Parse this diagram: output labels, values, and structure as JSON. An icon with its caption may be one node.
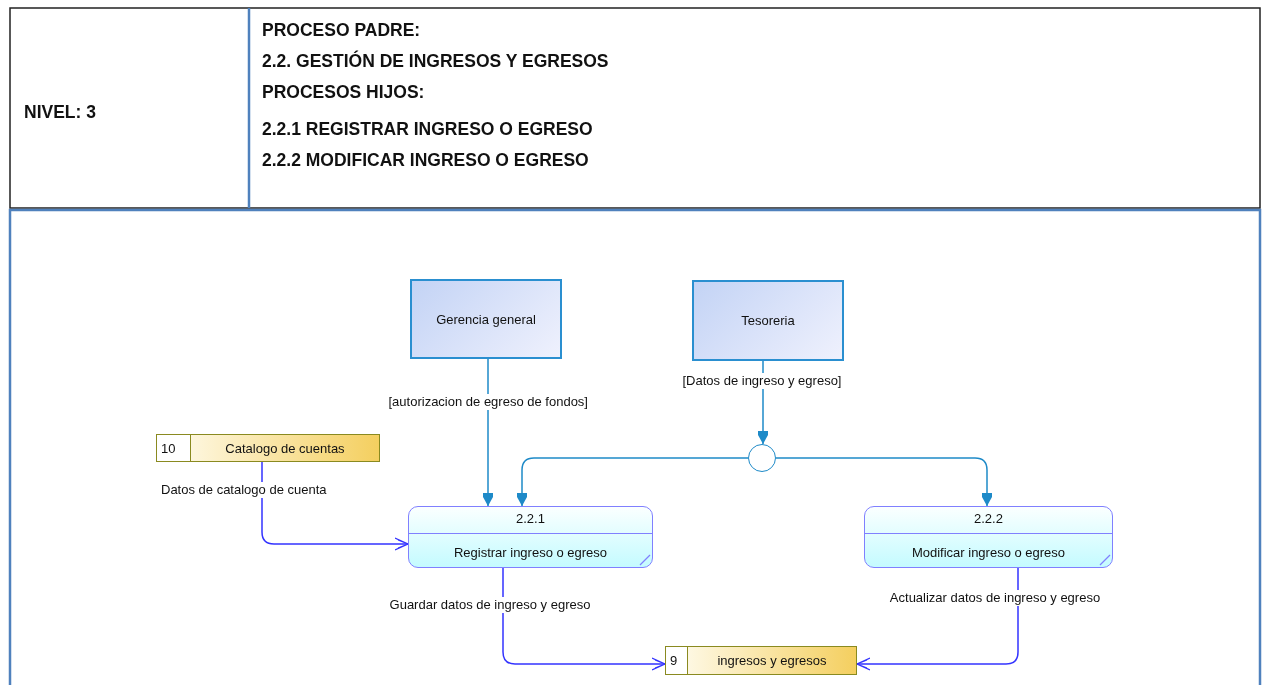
{
  "diagram": {
    "nodes": [
      {
        "text": [
          "Gerencia general"
        ]
      },
      {
        "text": [
          "Tesoreria"
        ]
      },
      {
        "text": [
          "10",
          "Catalogo de cuentas"
        ]
      },
      {
        "text": [],
        "shape": "circle"
      },
      {
        "text": [
          "2.2.1",
          "Registrar ingreso o egreso"
        ]
      },
      {
        "text": [
          "2.2.2",
          "Modificar ingreso o egreso"
        ]
      },
      {
        "text": [
          "9",
          "ingresos y egresos"
        ]
      }
    ],
    "edges": [
      {
        "from": 0,
        "to": 4,
        "arrow": "to",
        "label": "[autorizacion de egreso de fondos]"
      },
      {
        "from": 1,
        "to": 3,
        "arrow": "to",
        "label": "[Datos de ingreso y egreso]"
      },
      {
        "from": 3,
        "to": 4,
        "arrow": "to"
      },
      {
        "from": 3,
        "to": 5,
        "arrow": "to"
      },
      {
        "from": 2,
        "to": 4,
        "arrow": "to",
        "label": "Datos de catalogo de cuenta",
        "color": "#3333ff"
      },
      {
        "from": 4,
        "to": 6,
        "arrow": "to",
        "label": "Guardar datos de ingreso y egreso",
        "color": "#3333ff"
      },
      {
        "from": 5,
        "to": 6,
        "arrow": "to",
        "label": "Actualizar datos de ingreso y egreso",
        "color": "#3333ff"
      }
    ],
    "labels": [
      "NIVEL: 3",
      "PROCESO PADRE:",
      "2.2. GESTIÓN DE INGRESOS Y EGRESOS",
      "PROCESOS HIJOS:",
      "2.2.1 REGISTRAR INGRESO O EGRESO",
      "2.2.2 MODIFICAR INGRESO O EGRESO"
    ]
  }
}
